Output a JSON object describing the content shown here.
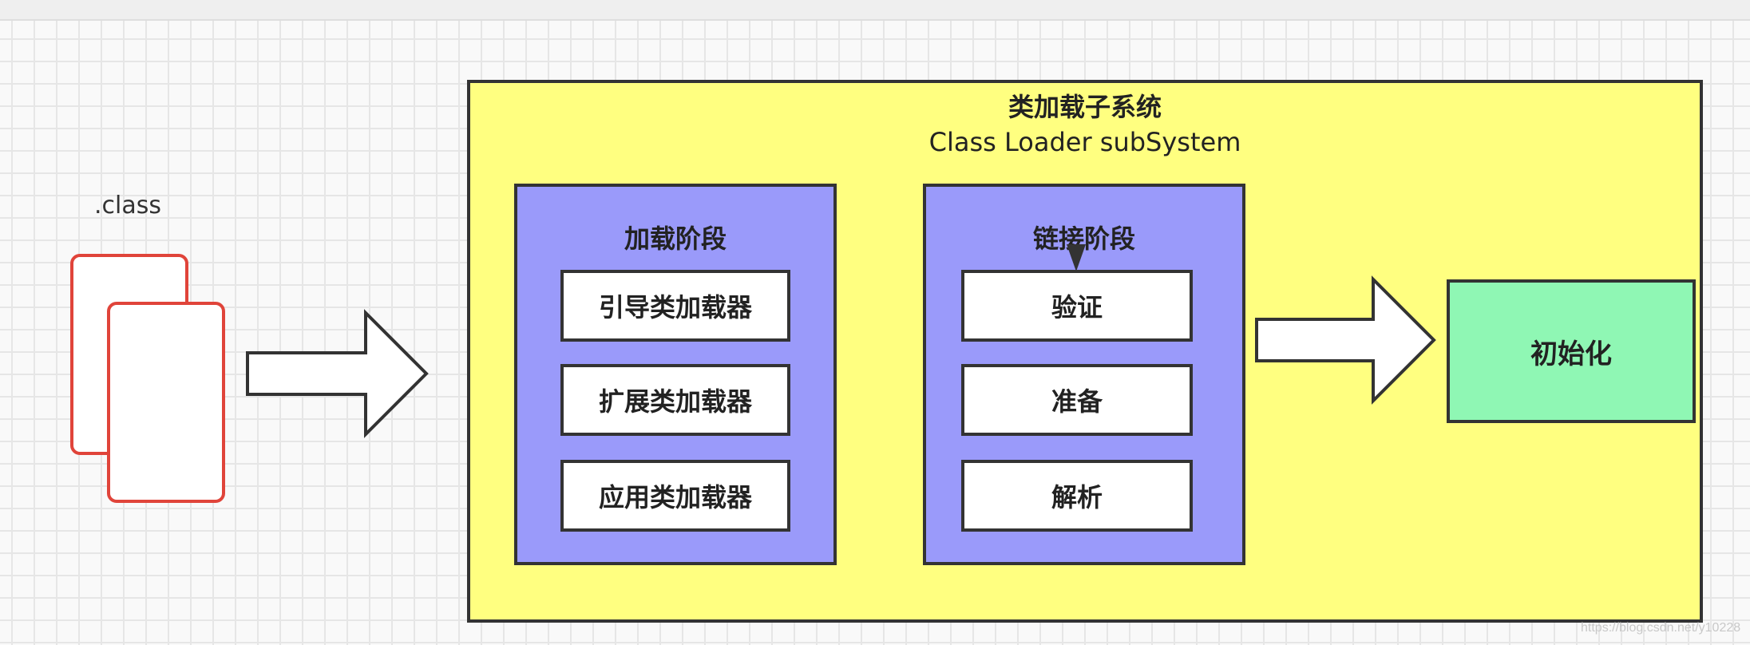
{
  "file": {
    "label": ".class"
  },
  "subsystem": {
    "title_cn": "类加载子系统",
    "title_en": "Class Loader subSystem",
    "color": "#ffff80"
  },
  "loading_phase": {
    "title": "加载阶段",
    "color": "#9a9afa",
    "loaders": [
      "引导类加载器",
      "扩展类加载器",
      "应用类加载器"
    ]
  },
  "linking_phase": {
    "title": "链接阶段",
    "color": "#9a9afa",
    "steps": [
      "验证",
      "准备",
      "解析"
    ]
  },
  "initialization": {
    "label": "初始化",
    "color": "#8ff7b4"
  },
  "watermark": "https://blog.csdn.net/y10228"
}
